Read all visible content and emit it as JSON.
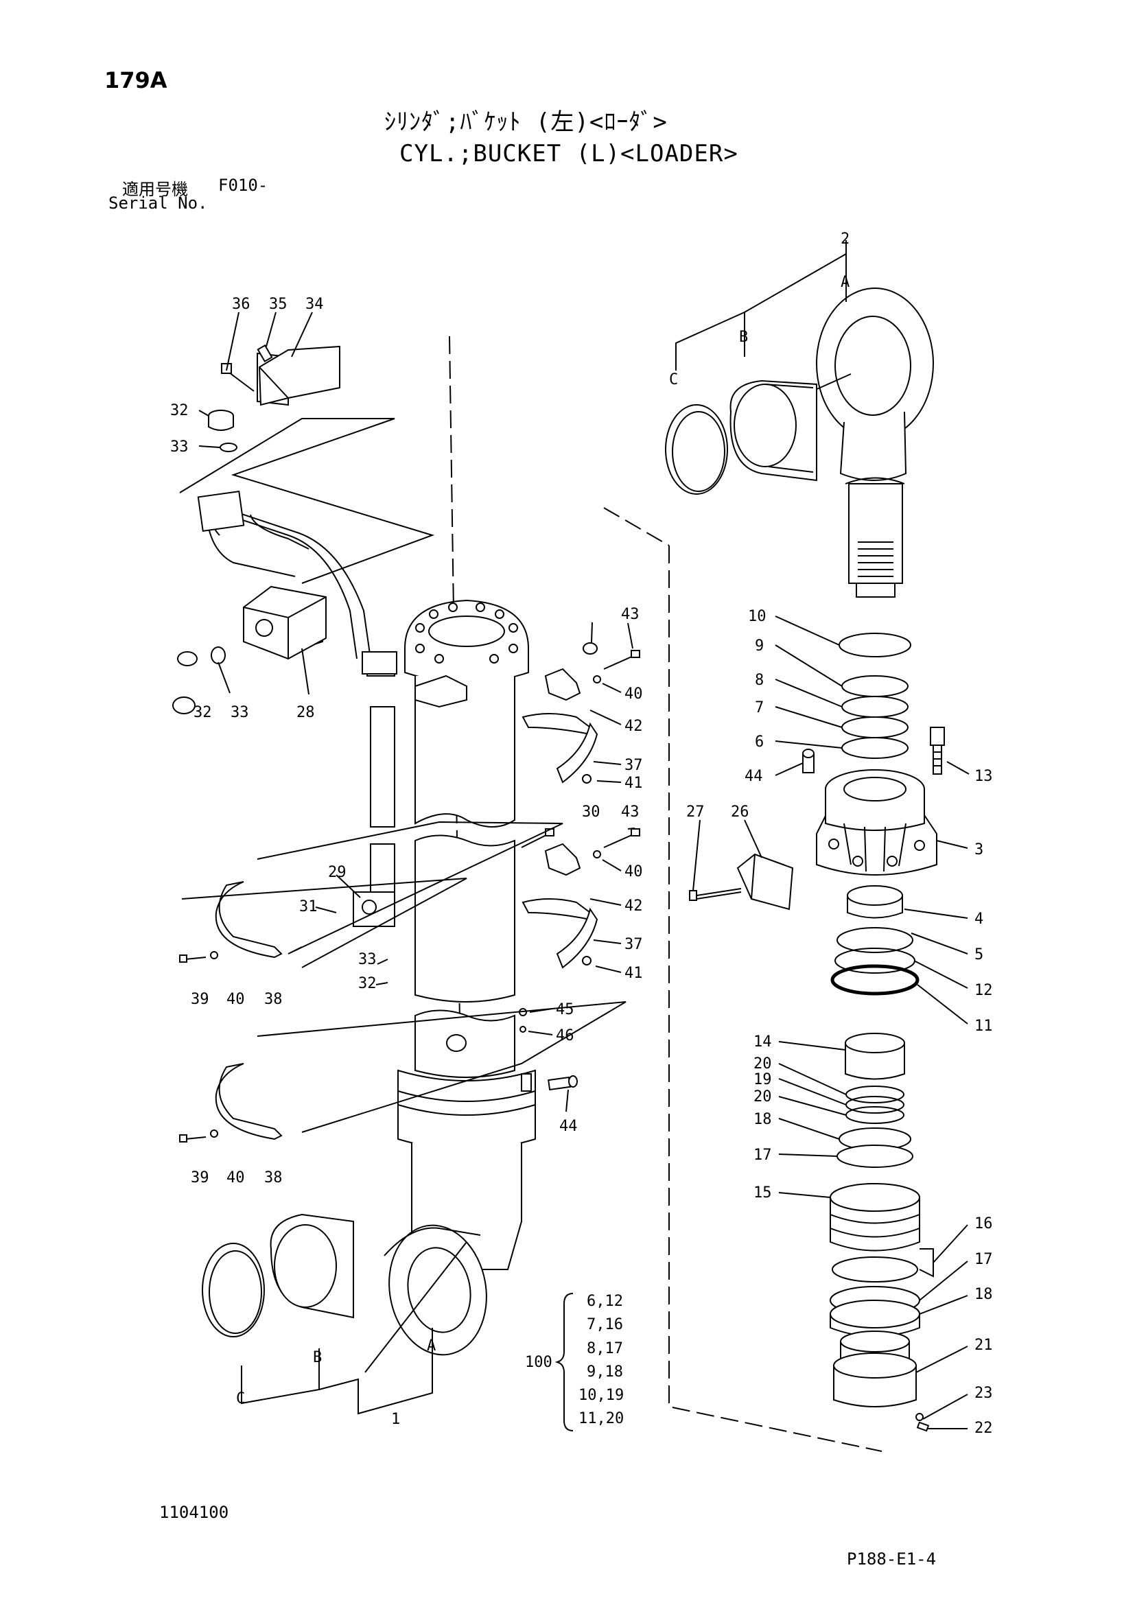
{
  "header": {
    "page_number": "179A",
    "title_jp": "ｼﾘﾝﾀﾞ;ﾊﾞｹｯﾄ (左)<ﾛｰﾀﾞ>",
    "title_en": "CYL.;BUCKET (L)<LOADER>",
    "serial_label_jp": "適用号機",
    "serial_code": "F010-",
    "serial_label_en": "Serial No."
  },
  "footer": {
    "doc_code": "1104100",
    "page_ref": "P188-E1-4"
  },
  "callouts": {
    "c1": "1",
    "c2": "2",
    "c3": "3",
    "c4": "4",
    "c5": "5",
    "c6": "6",
    "c7": "7",
    "c8": "8",
    "c9": "9",
    "c10": "10",
    "c11": "11",
    "c12": "12",
    "c13": "13",
    "c14": "14",
    "c15": "15",
    "c16": "16",
    "c17": "17",
    "c18": "18",
    "c19": "19",
    "c20": "20",
    "c21": "21",
    "c22": "22",
    "c23": "23",
    "c26": "26",
    "c27": "27",
    "c28": "28",
    "c29": "29",
    "c30": "30",
    "c31": "31",
    "c32": "32",
    "c33": "33",
    "c34": "34",
    "c35": "35",
    "c36": "36",
    "c37": "37",
    "c38": "38",
    "c39": "39",
    "c40": "40",
    "c41": "41",
    "c42": "42",
    "c43": "43",
    "c44": "44",
    "c45": "45",
    "c46": "46",
    "A": "A",
    "B": "B",
    "C": "C"
  },
  "kit": {
    "number": "100",
    "items": [
      "6,12",
      "7,16",
      "8,17",
      "9,18",
      "10,19",
      "11,20"
    ]
  }
}
